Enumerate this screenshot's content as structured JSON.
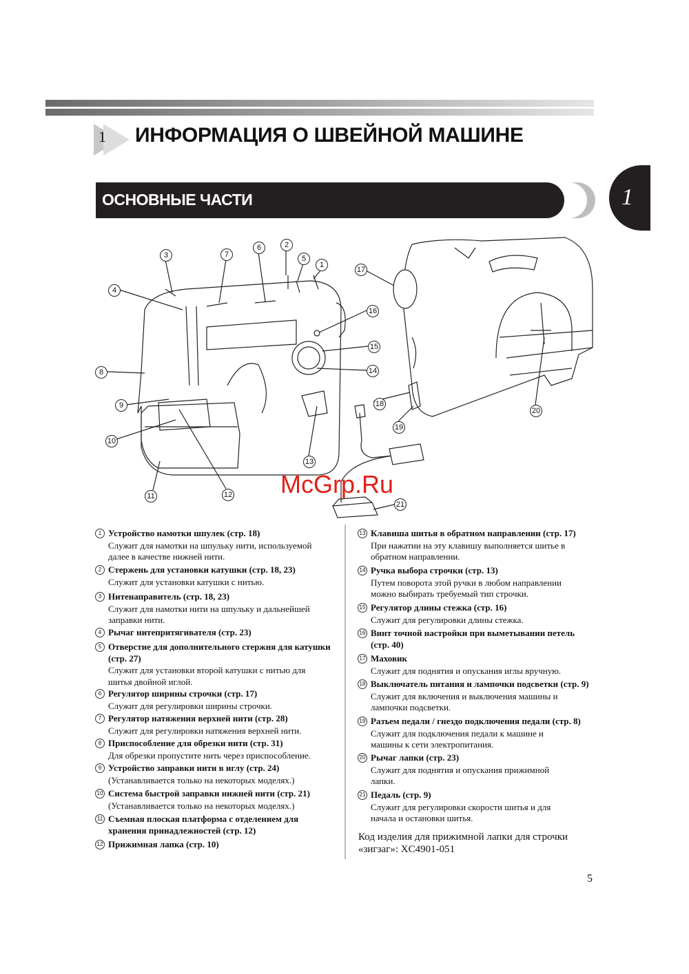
{
  "chapter": {
    "number": "1",
    "title": "ИНФОРМАЦИЯ О ШВЕЙНОЙ МАШИНЕ"
  },
  "section": {
    "title": "ОСНОВНЫЕ ЧАСТИ"
  },
  "side_tab": {
    "number": "1"
  },
  "watermark": "McGrp.Ru",
  "callouts": [
    "1",
    "2",
    "3",
    "4",
    "5",
    "6",
    "7",
    "8",
    "9",
    "10",
    "11",
    "12",
    "13",
    "14",
    "15",
    "16",
    "17",
    "18",
    "19",
    "20",
    "21"
  ],
  "parts": [
    {
      "num": "1",
      "title": "Устройство намотки шпулек (стр. 18)",
      "desc": [
        "Служит для намотки на шпульку нити, используемой",
        "далее в качестве нижней нити."
      ]
    },
    {
      "num": "2",
      "title": "Стержень для установки катушки (стр. 18, 23)",
      "desc": [
        "Служит для установки катушки с нитью."
      ]
    },
    {
      "num": "3",
      "title": "Нитенаправитель (стр. 18, 23)",
      "desc": [
        "Служит для намотки нити на шпульку и дальнейшей",
        "заправки нити."
      ]
    },
    {
      "num": "4",
      "title": "Рычаг нитепритягивателя (стр. 23)",
      "desc": []
    },
    {
      "num": "5",
      "title": "Отверстие для дополнительного стержня для катушки",
      "desc_bold2": "(стр. 27)",
      "desc": [
        "Служит для установки второй катушки с нитью для",
        "шитья двойной иглой."
      ]
    },
    {
      "num": "6",
      "title": "Регулятор ширины строчки (стр. 17)",
      "desc": [
        "Служит для регулировки ширины строчки."
      ]
    },
    {
      "num": "7",
      "title": " Регулятор натяжения верхней нити (стр. 28)",
      "desc": [
        "Служит для регулировки натяжения верхней нити."
      ]
    },
    {
      "num": "8",
      "title": "Приспособление для обрезки нити (стр. 31)",
      "desc": [
        "Для обрезки пропустите нить через приспособление."
      ]
    },
    {
      "num": "9",
      "title": "Устройство заправки нити в иглу (стр. 24)",
      "desc": [
        "(Устанавливается только на некоторых моделях.)"
      ]
    },
    {
      "num": "10",
      "title": "Система быстрой заправки нижней нити (стр. 21)",
      "desc": [
        "(Устанавливается только на некоторых моделях.)"
      ]
    },
    {
      "num": "11",
      "title": "Съемная плоская платформа с отделением для",
      "desc_bold2": "хранения принадлежностей (стр. 12)",
      "desc": []
    },
    {
      "num": "12",
      "title": "Прижимная лапка (стр. 10)",
      "desc": []
    },
    {
      "num": "13",
      "title": "Клавиша шитья в обратном направлении (стр. 17)",
      "desc": [
        "При нажатии на эту клавишу выполняется шитье в",
        "обратном направлении."
      ]
    },
    {
      "num": "14",
      "title": "Ручка выбора строчки (стр. 13)",
      "desc": [
        "Путем поворота этой ручки в любом направлении",
        "можно выбирать требуемый тип строчки."
      ]
    },
    {
      "num": "15",
      "title": "Регулятор длины стежка (стр. 16)",
      "desc": [
        "Служит для регулировки длины стежка."
      ]
    },
    {
      "num": "16",
      "title": "Винт точной настройки при выметывании петель",
      "desc_bold2": "(стр. 40)",
      "desc": []
    },
    {
      "num": "17",
      "title": "Маховик",
      "desc": [
        "Служит для поднятия и опускания иглы вручную."
      ]
    },
    {
      "num": "18",
      "title": "Выключатель питания и лампочки подсветки (стр. 9)",
      "desc": [
        "Служит для включения и выключения машины и",
        "лампочки подсветки."
      ]
    },
    {
      "num": "19",
      "title": "Разъем педали / гнездо подключения педали (стр. 8)",
      "desc": [
        "Служит для подключения педали к машине и",
        "машины к сети электропитания."
      ]
    },
    {
      "num": "20",
      "title": "Рычаг лапки (стр. 23)",
      "desc": [
        "Служит для поднятия и опускания прижимной",
        "лапки."
      ]
    },
    {
      "num": "21",
      "title": "Педаль (стр. 9)",
      "desc": [
        "Служит для регулировки скорости шитья и для",
        "начала и остановки шитья."
      ]
    }
  ],
  "product_code": [
    "Код изделия для прижимной лапки для строчки",
    "«зигзаг»: XC4901-051"
  ],
  "page_number": "5"
}
